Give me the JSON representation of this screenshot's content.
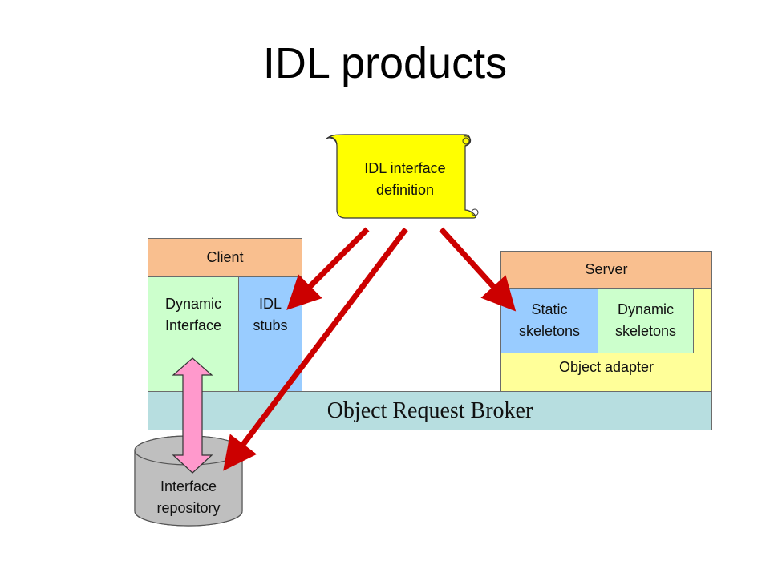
{
  "title": "IDL products",
  "idl_scroll": {
    "label": "IDL interface\ndefinition",
    "color": "#ffff00"
  },
  "client": {
    "header": "Client",
    "dynamic_interface": "Dynamic\nInterface",
    "idl_stubs": "IDL\nstubs"
  },
  "server": {
    "header": "Server",
    "static_skeletons": "Static\nskeletons",
    "dynamic_skeletons": "Dynamic\nskeletons",
    "object_adapter": "Object adapter"
  },
  "orb": {
    "label": "Object Request Broker"
  },
  "repository": {
    "label": "Interface\nrepository"
  },
  "colors": {
    "header_orange": "#f9bf8f",
    "dynamic_green": "#ccffcc",
    "stubs_blue": "#99ccff",
    "adapter_yellow": "#ffff99",
    "orb_teal": "#b7dee0",
    "arrow_red": "#cc0000",
    "double_arrow_pink": "#ff99cc",
    "repository_gray": "#bfbfbf"
  }
}
